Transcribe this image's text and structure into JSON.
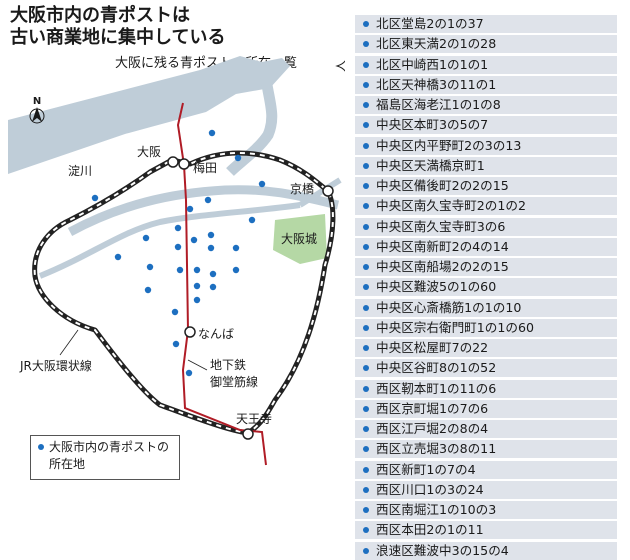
{
  "title_lines": [
    "大阪市内の青ポストは",
    "古い商業地に集中している"
  ],
  "list_header": "大阪に残る青ポストの所在一覧",
  "compass": "N",
  "colors": {
    "post_dot": "#1d6fc0",
    "subway_line": "#b01c26",
    "river": "#bfcdd8",
    "castle_park": "#b5d8a5",
    "list_row": "#dfe3ea"
  },
  "map_labels": {
    "yodo_river": "淀川",
    "osaka": "大阪",
    "umeda": "梅田",
    "kyobashi": "京橋",
    "osaka_castle": "大阪城",
    "namba": "なんば",
    "subway_line1": "地下鉄",
    "subway_line2": "御堂筋線",
    "loop_line": "JR大阪環状線",
    "tennoji": "天王寺"
  },
  "legend": "大阪市内の青ポストの所在地",
  "addresses": [
    "北区堂島2の1の37",
    "北区東天満2の1の28",
    "北区中崎西1の1の1",
    "北区天神橋3の11の1",
    "福島区海老江1の1の8",
    "中央区本町3の5の7",
    "中央区内平野町2の3の13",
    "中央区天満橋京町1",
    "中央区備後町2の2の15",
    "中央区南久宝寺町2の1の2",
    "中央区南久宝寺町3の6",
    "中央区南新町2の4の14",
    "中央区南船場2の2の15",
    "中央区難波5の1の60",
    "中央区心斎橋筋1の1の10",
    "中央区宗右衛門町1の1の60",
    "中央区松屋町7の22",
    "中央区谷町8の1の52",
    "西区靭本町1の11の6",
    "西区京町堀1の7の6",
    "西区江戸堀2の8の4",
    "西区立売堀3の8の11",
    "西区新町1の7の4",
    "西区川口1の3の24",
    "西区南堀江1の10の3",
    "西区本田2の1の11",
    "浪速区難波中3の15の4"
  ]
}
